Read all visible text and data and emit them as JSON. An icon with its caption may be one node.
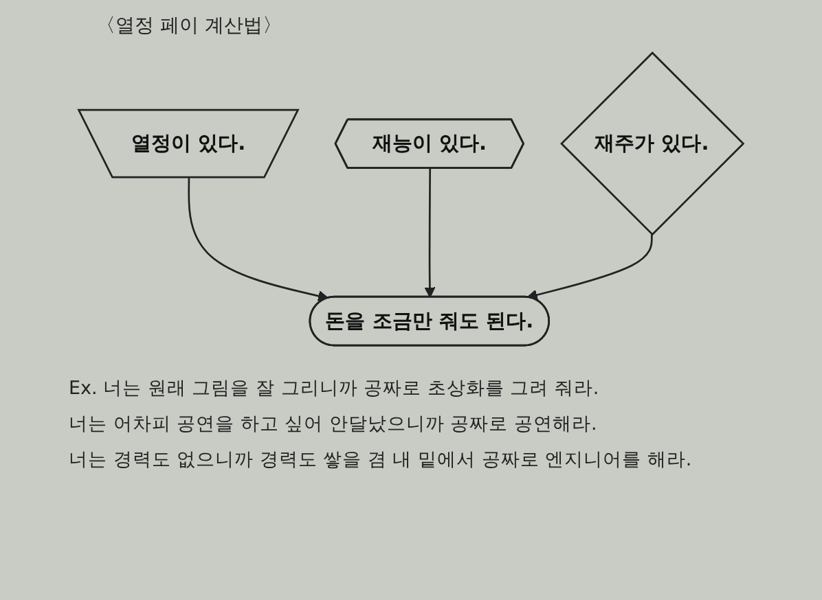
{
  "diagram": {
    "title": "〈열정 페이 계산법〉",
    "nodes": [
      {
        "text": [
          "열정이 있다."
        ]
      },
      {
        "text": [
          "재능이 있다."
        ]
      },
      {
        "text": [
          "재주가 있다."
        ]
      },
      {
        "text": [
          "돈을 조금만 줘도 된다."
        ]
      }
    ],
    "edges": [
      {
        "from": 0,
        "to": 3,
        "arrow": "to"
      },
      {
        "from": 1,
        "to": 3,
        "arrow": "to"
      },
      {
        "from": 2,
        "to": 3,
        "arrow": "to"
      }
    ],
    "labels": [
      "Ex. 너는 원래 그림을 잘 그리니까 공짜로 초상화를 그려 줘라.",
      "너는 어차피 공연을 하고 싶어 안달났으니까 공짜로 공연해라.",
      "너는 경력도 없으니까 경력도 쌓을 겸 내 밑에서 공짜로 엔지니어를 해라."
    ]
  }
}
